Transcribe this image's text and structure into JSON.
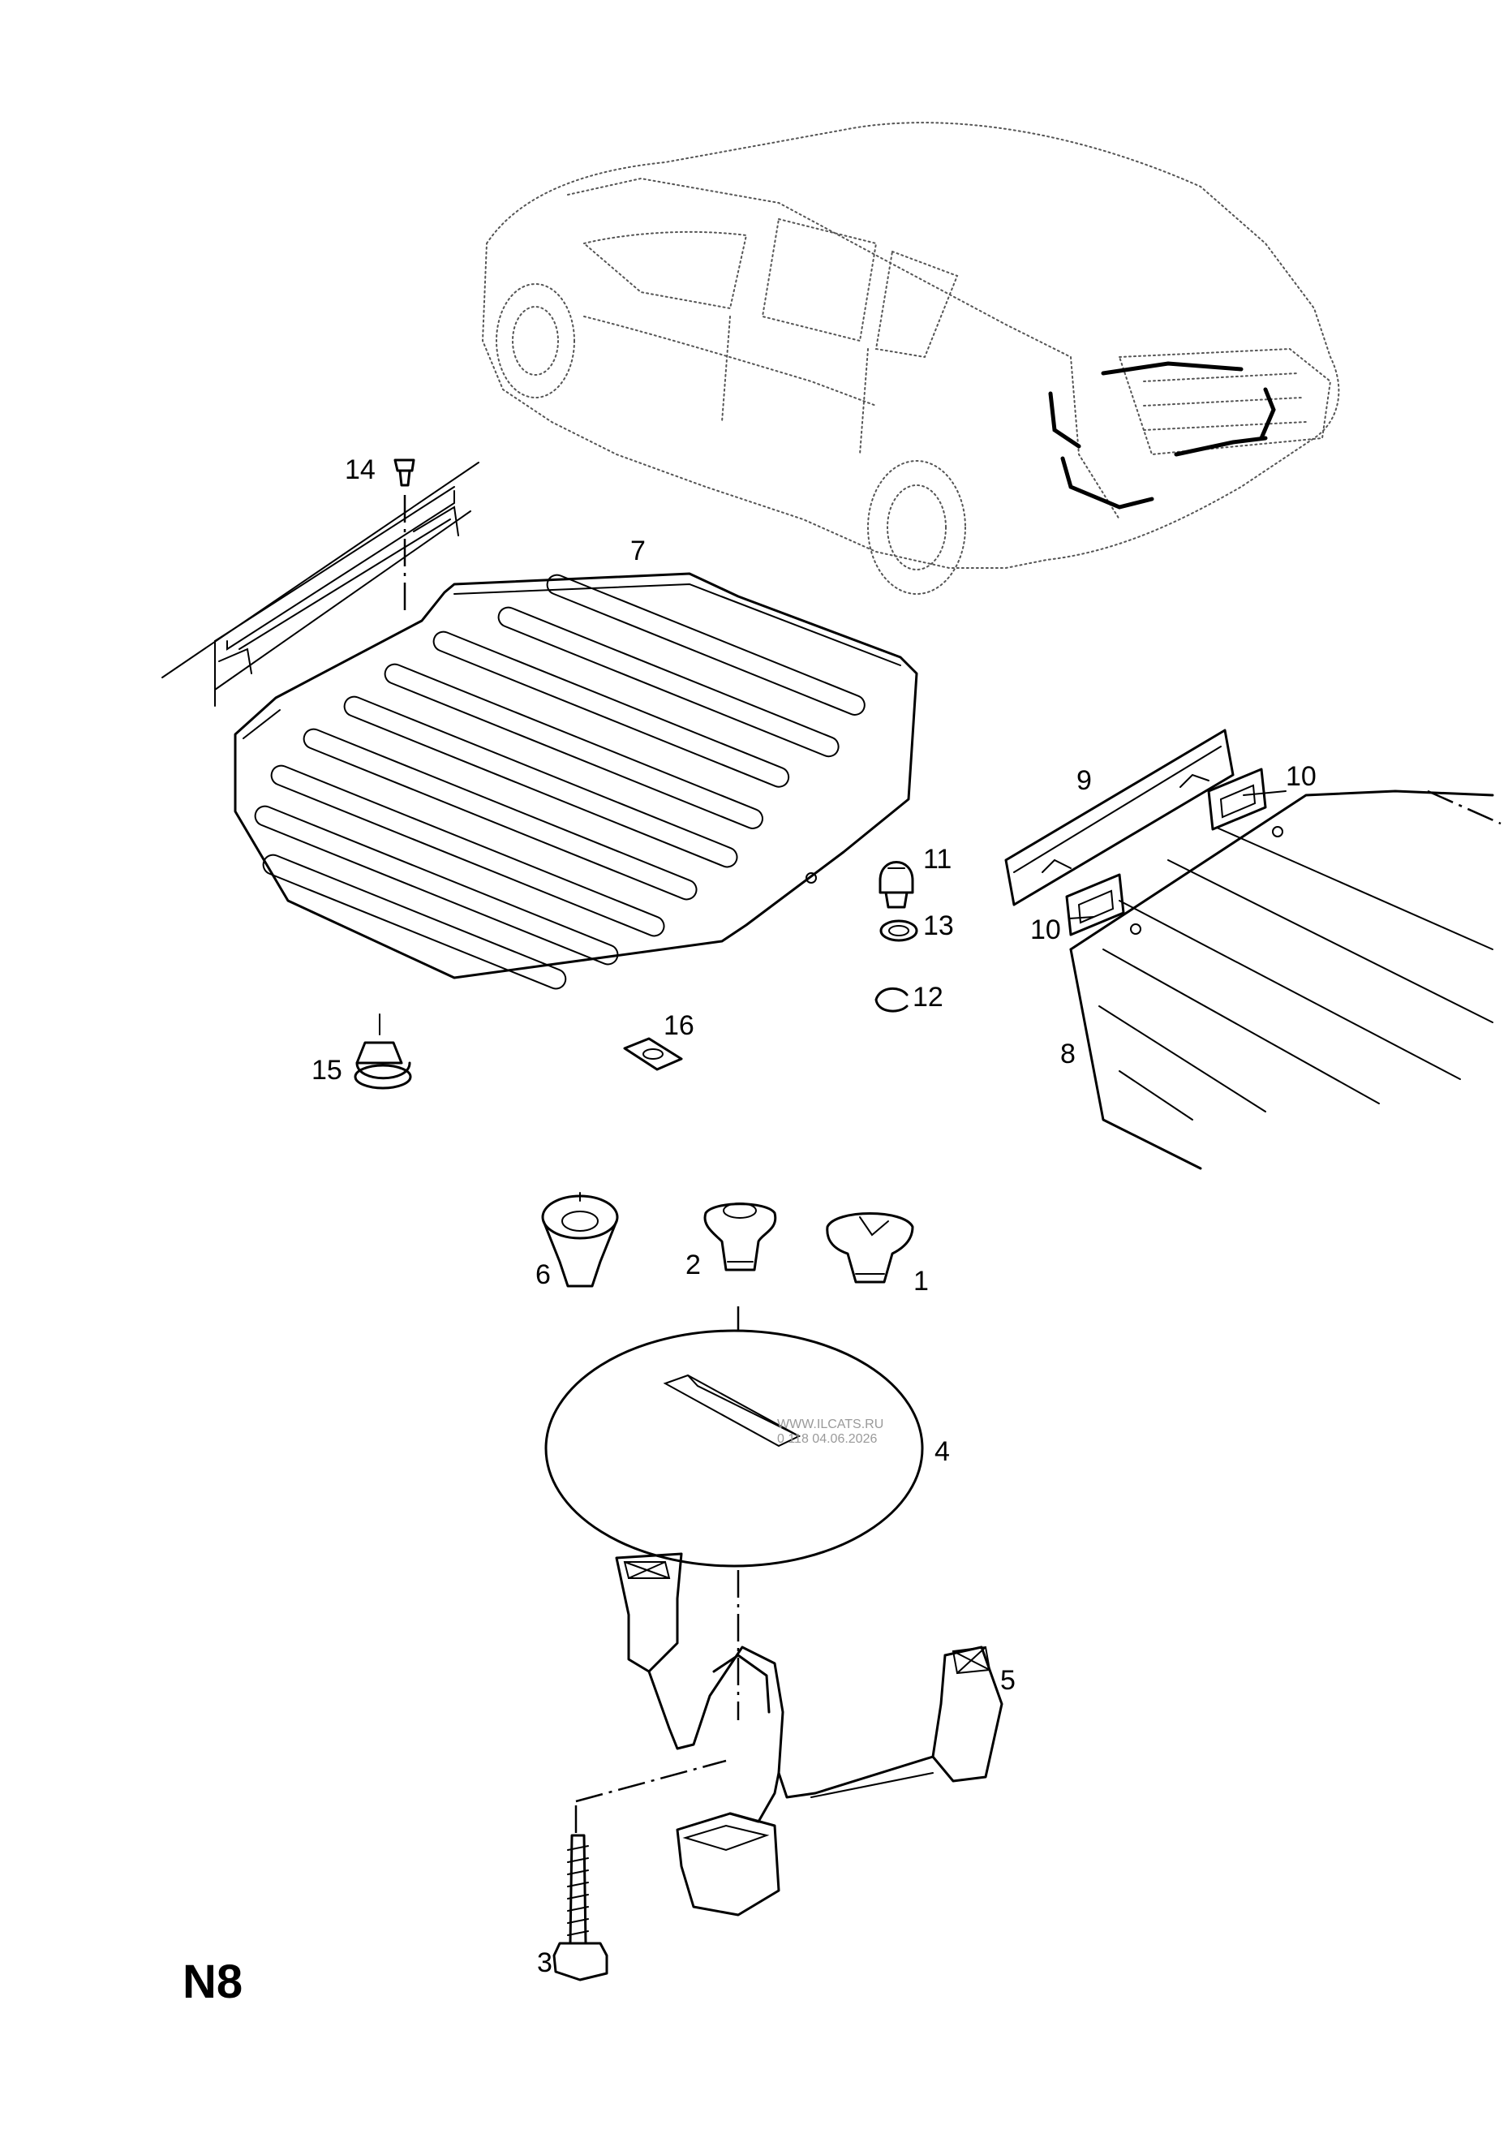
{
  "diagram_code": "N8",
  "watermark": {
    "line1": "WWW.ILCATS.RU",
    "line2": "0 118 04.06.2026"
  },
  "callouts": {
    "c1": "1",
    "c2": "2",
    "c3": "3",
    "c4": "4",
    "c5": "5",
    "c6": "6",
    "c7": "7",
    "c8": "8",
    "c9": "9",
    "c10a": "10",
    "c10b": "10",
    "c11": "11",
    "c12": "12",
    "c13": "13",
    "c14": "14",
    "c15": "15",
    "c16": "16"
  }
}
